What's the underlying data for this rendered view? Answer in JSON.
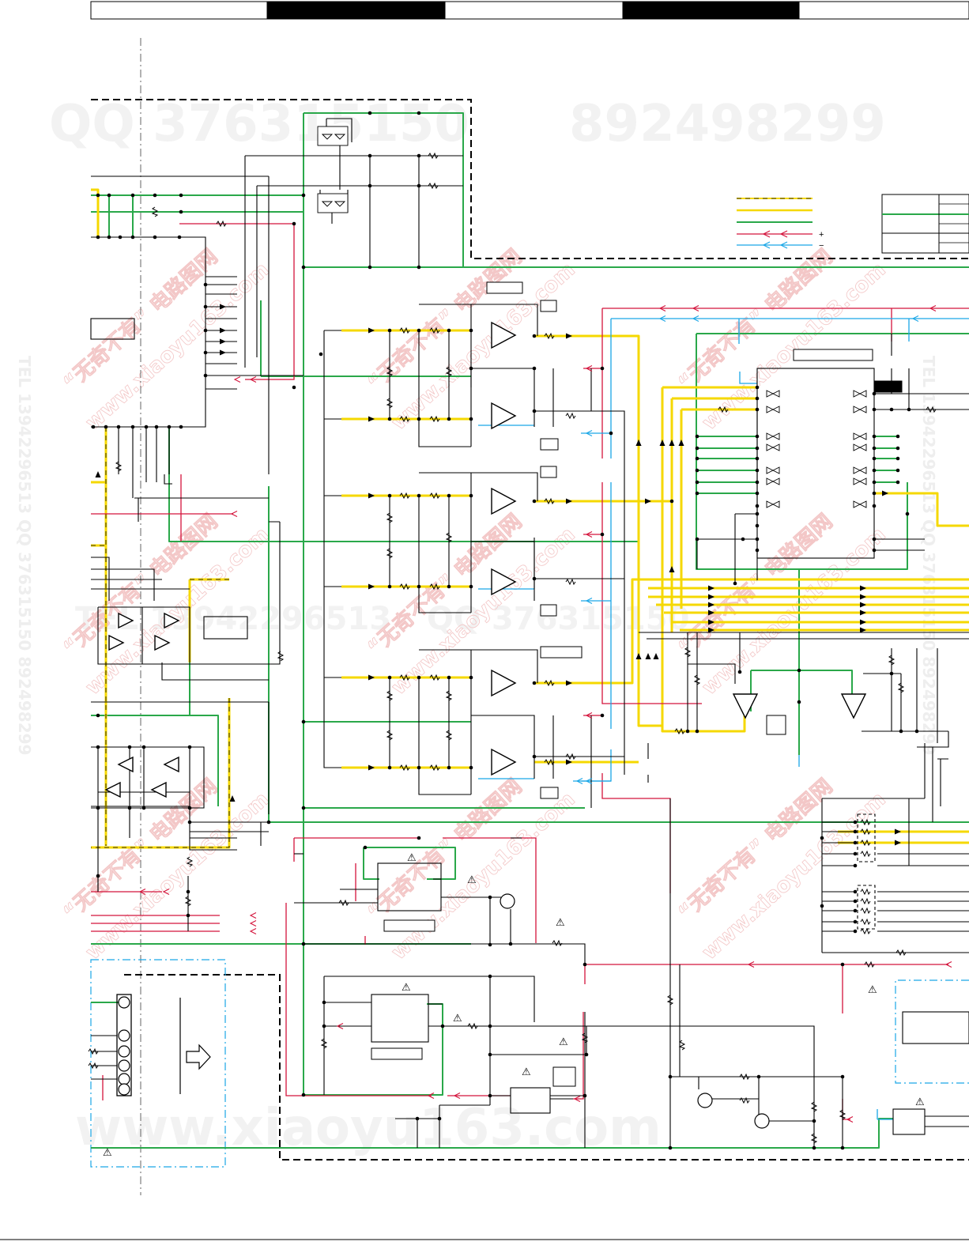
{
  "watermarks": {
    "qq_top": "QQ 376315150",
    "qq_top_right": "892498299",
    "site_bottom": "www.xiaoyu163.com",
    "tel_left": "TEL 13942296513  QQ 376315150  892498299",
    "tel_mid": "TEL 13942296513",
    "qq_mid": "QQ 376315150",
    "tel_right": "TEL 13942296513  QQ 376315150  892498299",
    "diag_cn": "“无奇不有” 电路图网",
    "diag_site": "www.xiaoyu163.com"
  },
  "header_tabs": [
    {
      "label": ""
    },
    {
      "label": ""
    },
    {
      "label": ""
    },
    {
      "label": ""
    },
    {
      "label": ""
    }
  ],
  "legend": {
    "rows": [
      {
        "color": "#f5d800",
        "style": "dashed"
      },
      {
        "color": "#f5d800",
        "style": "solid"
      },
      {
        "color": "#2aa84a",
        "style": "solid"
      },
      {
        "color": "#d4143c",
        "style": "arrow",
        "sign": "+"
      },
      {
        "color": "#1aa6e6",
        "style": "arrow",
        "sign": "−"
      }
    ]
  },
  "colors": {
    "signal_yellow": "#f5d800",
    "ground_green": "#2aa84a",
    "positive_red": "#d4143c",
    "negative_blue": "#1aa6e6",
    "trace_black": "#000000",
    "boundary_dash": "#000000"
  },
  "symbols": {
    "warning": "⚠"
  }
}
